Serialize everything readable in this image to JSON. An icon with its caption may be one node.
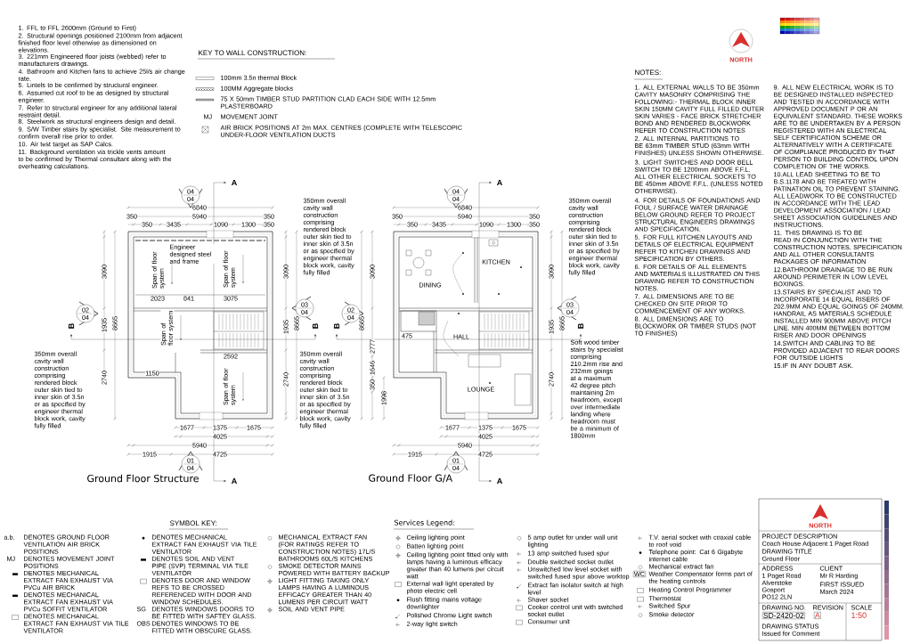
{
  "diagram": {
    "labels": [
      "1. FFL to FFL 2600mm (Ground to First)",
      "2. Structural openings positioned 2100mm from adjacent finished floor level otherwise as dimensioned on elevations.",
      "3. 221mm Engineered floor joists (webbed) refer to manufacturers drawings.",
      "4. Bathroom and Kitchen fans to achieve 25l/s air change rate.",
      "5. Lintels to be confirmed by structural engineer.",
      "6. Assumed cut roof to be as designed by structural engineer.",
      "7. Refer to structural engineer for any additional lateral restraint detail.",
      "8. Steelwork as structural engineers design and detail.",
      "9. S/W Timber stairs by specialist. Site measurement to confirm overall rise prior to order.",
      "10. Air test target as SAP Calcs.",
      "11. Background ventilation via trickle vents amount to be confirmed by Thermal consultant along with the overheating calculations.",
      "KEY TO WALL CONSTRUCTION:",
      "100mm 3.5n thermal Block",
      "100MM Aggregate blocks",
      "75 X 50mm TIMBER STUD PARTITION CLAD EACH SIDE WITH 12.5mm PLASTERBOARD",
      "MJ",
      "MOVEMENT JOINT",
      "AIR BRICK POSITIONS AT 2m MAX. CENTRES (COMPLETE WITH TELESCOPIC UNDER-FLOOR VENTILATION DUCTS",
      "NOTES:",
      "1. ALL EXTERNAL WALLS TO BE 350mm CAVITY MASONRY COMPRISING THE FOLLOWING:- THERMAL BLOCK INNER SKIN 150MM CAVITY FULL FILLED OUTER SKIN VARIES - FACE BRICK STRETCHER BOND AND RENDERED BLOCKWORK REFER TO CONSTRUCTION NOTES",
      "2. ALL INTERNAL PARTITIONS TO BE 63mm TIMBER STUD (63mm WITH FINISHES) UNLESS SHOWN OTHERWISE.",
      "3. LIGHT SWITCHES AND DOOR BELL SWITCH TO BE 1200mm ABOVE F.F.L. ALL OTHER ELECTRICAL SOCKETS TO BE 450mm ABOVE F.F.L. (UNLESS NOTED OTHERWISE).",
      "4. FOR DETAILS OF FOUNDATIONS AND FOUL / SURFACE WATER DRAINAGE BELOW GROUND REFER TO PROJECT STRUCTURAL ENGINEERS DRAWINGS AND SPECIFICATION.",
      "5. FOR FULL KITCHEN LAYOUTS AND DETAILS OF ELECTRICAL EQUIPMENT REFER TO KITCHEN DRAWINGS AND SPECIFICATION BY OTHERS.",
      "6. FOR DETAILS OF ALL ELEMENTS AND MATERIALS ILLUSTRATED ON THIS DRAWING REFER TO CONSTRUCTION NOTES.",
      "7. ALL DIMENSIONS ARE TO BE CHECKED ON SITE PRIOR TO COMMENCEMENT OF ANY WORKS.",
      "8. ALL DIMENSIONS ARE TO BLOCKWORK OR TIMBER STUDS (NOT TO FINISHES)",
      "9. ALL NEW ELECTRICAL WORK IS TO BE DESIGNED INSTALLED INSPECTED AND TESTED IN ACCORDANCE WITH APPROVED DOCUMENT P OR AN EQUIVALENT STANDARD. THESE WORKS ARE TO BE UNDERTAKEN BY A PERSON REGISTERED WITH AN ELECTRICAL SELF CERTIFICATION SCHEME OR ALTERNATIVELY WITH A CERTIFICATE OF COMPLIANCE PRODUCED BY THAT PERSON TO BUILDING CONTROL UPON COMPLETION OF THE WORKS.",
      "10.ALL LEAD SHEETING TO BE TO B.S.1178 AND BE TREATED WITH PATINATION OIL TO PREVENT STAINING. ALL LEADWORK TO BE CONSTRUCTED IN ACCORDANCE WITH THE LEAD DEVELOPMENT ASSOCIATION / LEAD SHEET ASSOCIATION GUIDELINES AND INSTRUCTIONS.",
      "11. THIS DRAWING IS TO BE READ IN CONJUNCTION WITH THE CONSTRUCTION NOTES, SPECIFICATION AND ALL OTHER CONSULTANTS PACKAGES OF INFORMATION",
      "12.BATHROOM DRAINAGE TO BE RUN AROUND PERIMETER IN LOW LEVEL BOXINGS.",
      "13.STAIRS BY SPECIALIST AND TO INCORPORATE 14 EQUAL RISERS OF 202.9MM AND EQUAL GOINGS OF 240MM. HANDRAIL AS MATERIALS SCHEDULE INSTALLED MIN 900MM ABOVE PITCH LINE. MIN 400MM BETWEEN BOTTOM RISER AND DOOR OPENINGS",
      "14.SWITCH AND CABLING TO BE PROVIDED ADJACENT TO REAR DOORS FOR OUTSIDE LIGHTS",
      "15.IF IN ANY DOUBT ASK.",
      "04",
      "04",
      "6840",
      "350",
      "5940",
      "350",
      "350",
      "3435",
      "1090",
      "1300",
      "350",
      "350mm overall cavity wall construction comprising rendered block outer skin tied to inner skin of 3.5n or as specified by engineer thermal block work, cavity fully filled",
      "A",
      "02",
      "04",
      "B",
      "03",
      "04",
      "B",
      "3090",
      "1935",
      "2740",
      "8665",
      "1677",
      "1375",
      "1675",
      "4025",
      "5940",
      "1915",
      "4725",
      "350mm overall cavity wall construction comprising rendered block outer skin tied to inner skin of 3.5n or as specified by engineer thermal block work, cavity fully filled",
      "01",
      "04",
      "A",
      "Ground Floor Structure",
      "Engineer designed steel and frame",
      "Span of floor system",
      "Span of floor system",
      "Span of floor system",
      "Span of floor system",
      "2023",
      "841",
      "3075",
      "2592",
      "1150",
      "3090",
      "1935",
      "2740",
      "8665",
      "04",
      "04",
      "6840",
      "350",
      "5940",
      "350",
      "350",
      "3435",
      "1090",
      "1300",
      "350",
      "350mm overall cavity wall construction comprising rendered block outer skin tied to inner skin of 3.5n or as specified by engineer thermal block work, cavity fully filled",
      "A",
      "02",
      "04",
      "B",
      "03",
      "04",
      "B",
      "3090",
      "1935",
      "2740",
      "8665",
      "1677",
      "1375",
      "1675",
      "4025",
      "5940",
      "1915",
      "4725",
      "350mm overall cavity wall construction comprising rendered block outer skin tied to inner skin of 3.5n or as specified by engineer thermal block work, cavity fully filled",
      "01",
      "04",
      "A",
      "Ground Floor G/A",
      "KITCHEN",
      "DINING",
      "HALL",
      "LOUNGE",
      "3090",
      "2777",
      "1646",
      "350",
      "1998",
      "8665",
      "475",
      "Soft wood timber stairs by specialist comprising 210.2mm rise and 232mm goings at a maximum 42 degree pitch maintaining 2m headroom, except over intermediate landing where headroom must be a minimum of 1800mm",
      "SYMBOL KEY:",
      "a.b.",
      "DENOTES GROUND FLOOR VENTILATION AIR BRICK POSITIONS",
      "MJ",
      "DENOTES MOVEMENT JOINT POSITIONS",
      "DENOTES MECHANICAL EXTRACT FAN EXHAUST VIA PVCu AIR BRICK",
      "DENOTES MECHANICAL EXTRACT FAN EXHAUST VIA PVCu SOFFIT VENTILATOR",
      "DENOTES MECHANICAL EXTRACT FAN EXHAUST VIA TILE VENTILATOR",
      "DENOTES MECHANICAL EXTRACT FAN EXHAUST VIA TILE VENTILATOR",
      "DENOTES SOIL AND VENT PIPE (SVP) TERMINAL VIA TILE VENTILATOR",
      "DENOTES DOOR AND WINDOW REFS TO BE CROSSED REFERENCED WITH DOOR AND WINDOW SCHEDULES.",
      "SG",
      "DENOTES WINDOWS DOORS TO BE FITTED WITH SAFTEY GLASS.",
      "OBS",
      "DENOTES WINDOWS TO BE FITTED WITH OBSCURE GLASS.",
      "MECHANICAL EXTRACT FAN (FOR RATINGS REFER TO CONSTRUCTION NOTES) 17L/S BATHROOMS 60L/S KITCHENS",
      "SMOKE DETECTOR MAINS POWERED WITH BATTERY BACKUP",
      "LIGHT FITTING TAKING ONLY LAMPS HAVING A LUMINOUS EFFICACY GREATER THAN 40 LUMENS PER CIRCUIT WATT",
      "SOIL AND VENT PIPE",
      "Services Legend:",
      "Ceiling lighting point",
      "Batten lighting point",
      "Ceiling lighting point fitted only with lamps having a luminous efficacy greater than 40 lumens per circuit watt",
      "External wall light operated by photo electric cell",
      "Flush fitting mains voltage downlighter",
      "Polished Chrome Light switch",
      "2-way light switch",
      "5 amp outlet for under wall unit lighting",
      "13 amp switched fused spur",
      "Double switched socket outlet",
      "Unswitched low level socket with switched fused spur above worktop",
      "Extract fan isolator switch at high level",
      "Shaver socket",
      "Cooker control unit with switched socket outlet",
      "Consumer unit",
      "T.V. aerial socket with coaxial cable to roof void",
      "Telephone point: Cat 6 Gigabyte internet cable",
      "Mechanical extract fan",
      "WC",
      "Weather Compensator forms part of the heating controls",
      "Heating Control Programmer",
      "Thermostat",
      "Switched Spur",
      "Smoke detector",
      "PROJECT DESCRIPTION",
      "Coach House Adjacent 1 Paget Road",
      "DRAWING TITLE",
      "Ground Floor",
      "ADDRESS",
      "1 Paget Road",
      "Alverstoke",
      "Gosport",
      "PO12 2LN",
      "CLIENT",
      "Mr R Harding",
      "FIRST ISSUED",
      "March 2024",
      "SCALE",
      "1:50",
      "DRAWING NO.",
      "SD-2420-02",
      "REVISION",
      "A",
      "DRAWING STATUS",
      "Issued for Comment",
      "NORTH",
      "NORTH"
    ]
  }
}
